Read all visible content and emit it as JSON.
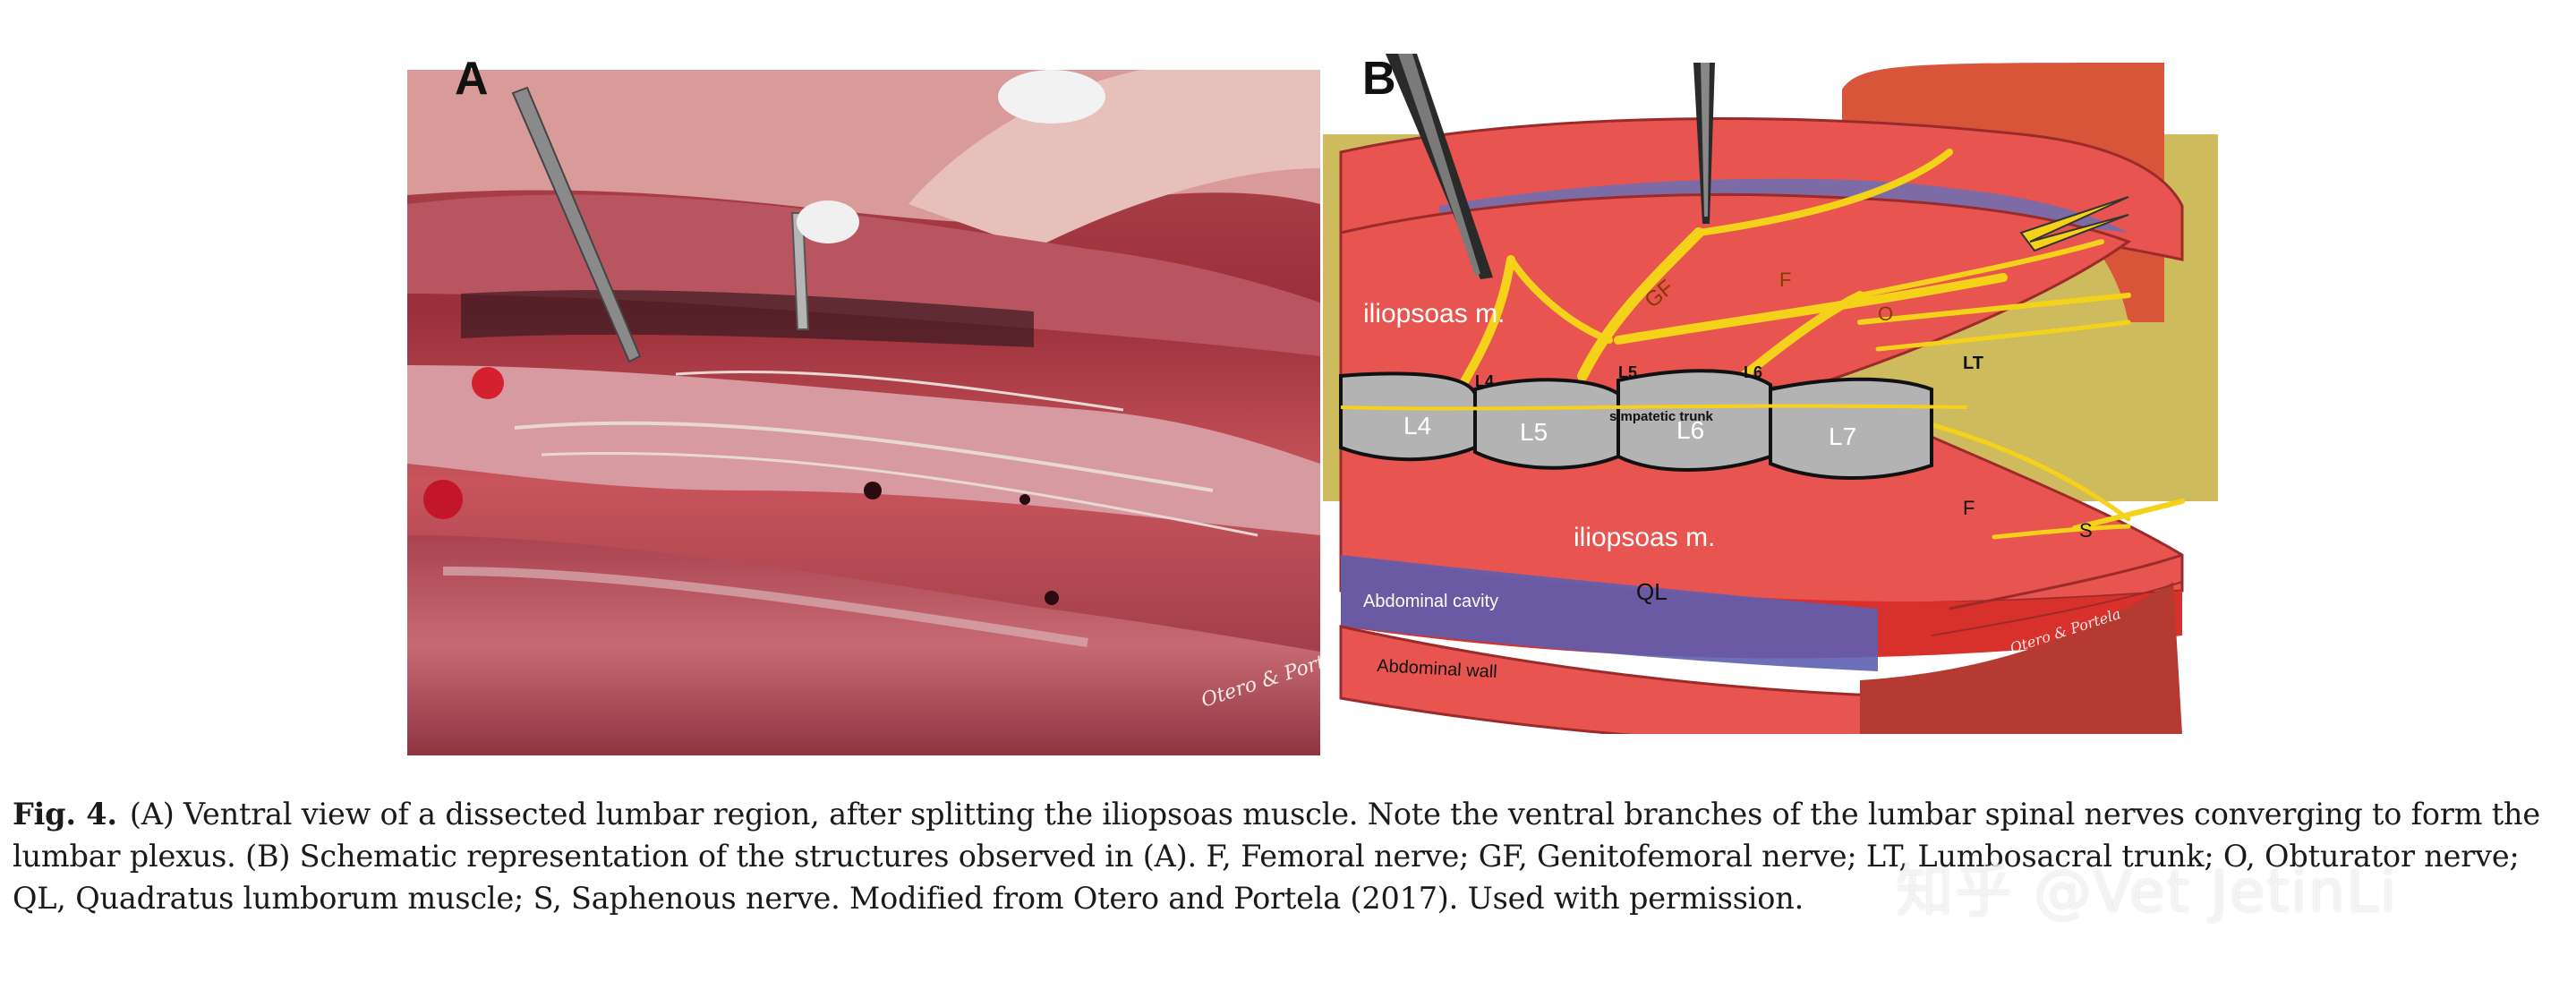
{
  "figure": {
    "panel_a": {
      "label": "A",
      "signature": "Otero & Portela"
    },
    "panel_b": {
      "label": "B",
      "labels": {
        "iliopsoas_top": "iliopsoas m.",
        "iliopsoas_bottom": "iliopsoas m.",
        "gf": "GF",
        "f_top": "F",
        "o": "O",
        "lt": "LT",
        "l4_nerve": "L4",
        "l5_nerve": "L5",
        "l6_nerve": "L6",
        "trunk": "simpatetic trunk",
        "v_l4": "L4",
        "v_l5": "L5",
        "v_l6": "L6",
        "v_l7": "L7",
        "f_bottom": "F",
        "s": "S",
        "ql": "QL",
        "abdominal_cavity": "Abdominal cavity",
        "abdominal_wall": "Abdominal wall"
      },
      "signature": "Otero & Portela"
    },
    "caption": {
      "fig_ref": "Fig. 4.",
      "text": "(A) Ventral view of a dissected lumbar region, after splitting the iliopsoas muscle. Note the ventral branches of the lumbar spinal nerves converging to form the lumbar plexus. (B) Schematic representation of the structures observed in (A). F, Femoral nerve; GF, Genitofemoral nerve; LT, Lumbosacral trunk; O, Obturator nerve; QL, Quadratus lumborum muscle; S, Saphenous nerve. Modified from Otero and Portela (2017). Used with permission."
    },
    "watermark": "知乎 @Vet JetinLi"
  },
  "colors": {
    "muscle": "#e8544f",
    "nerve": "#f5d21a",
    "vertebra": "#b3b3b3",
    "background_tan": "#cdbb5e",
    "tissue_dark": "#8c2a33"
  }
}
